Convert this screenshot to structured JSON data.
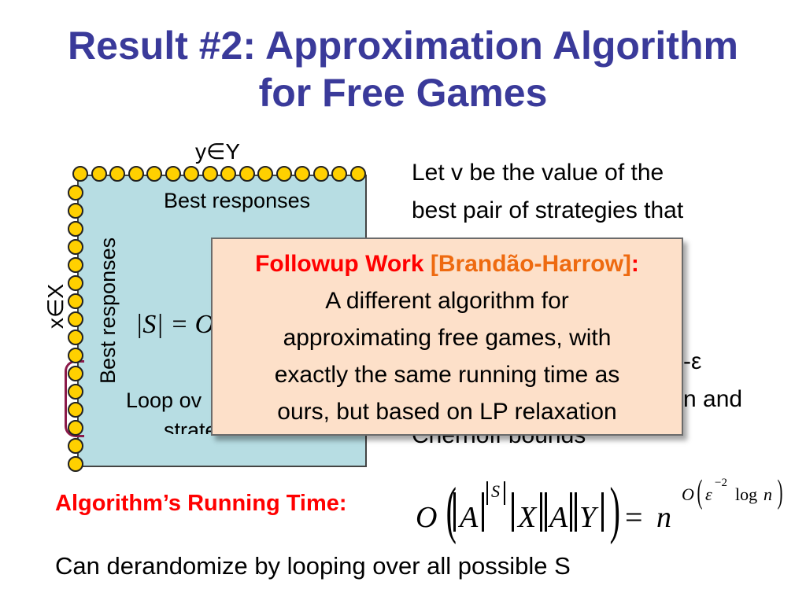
{
  "title": {
    "line1": "Result #2: Approximation Algorithm",
    "line2": "for Free Games"
  },
  "diagram": {
    "top_label": "y∈Y",
    "side_label": "x∈X",
    "box_top_text": "Best responses",
    "box_side_text": "Best responses",
    "formula_partial": "|S| = O",
    "loop_text_left": "Loop ov",
    "loop_text_2": "strategies on S"
  },
  "right_text": {
    "line1": "Let v be the value of the",
    "line2": "best pair of strategies that",
    "line3_frag": "-ε",
    "line4_frag": "n and",
    "line5": "Chernoff bounds"
  },
  "popup": {
    "heading_red": "Followup Work ",
    "heading_orange": "[Brandão-Harrow]",
    "heading_colon": ":",
    "line1": "A different algorithm for",
    "line2": "approximating free games, with",
    "line3": "exactly the same running time as",
    "line4": "ours, but based on LP relaxation"
  },
  "running_time": {
    "label": "Algorithm’s Running Time:",
    "O": "O",
    "A": "A",
    "S": "S",
    "X": "X",
    "A2": "A",
    "Y": "Y",
    "eq": "=",
    "n": "n",
    "O2": "O",
    "eps": "ε",
    "exp": "−2",
    "log": "log",
    "n2": "n"
  },
  "bottom_text": "Can derandomize by looping over all possible S",
  "colors": {
    "title": "#3a3a9a",
    "box": "#b7dde3",
    "dots": "#ffd000",
    "popup_bg": "#fde0c9",
    "red": "#ff0000",
    "orange": "#ee6a10"
  }
}
